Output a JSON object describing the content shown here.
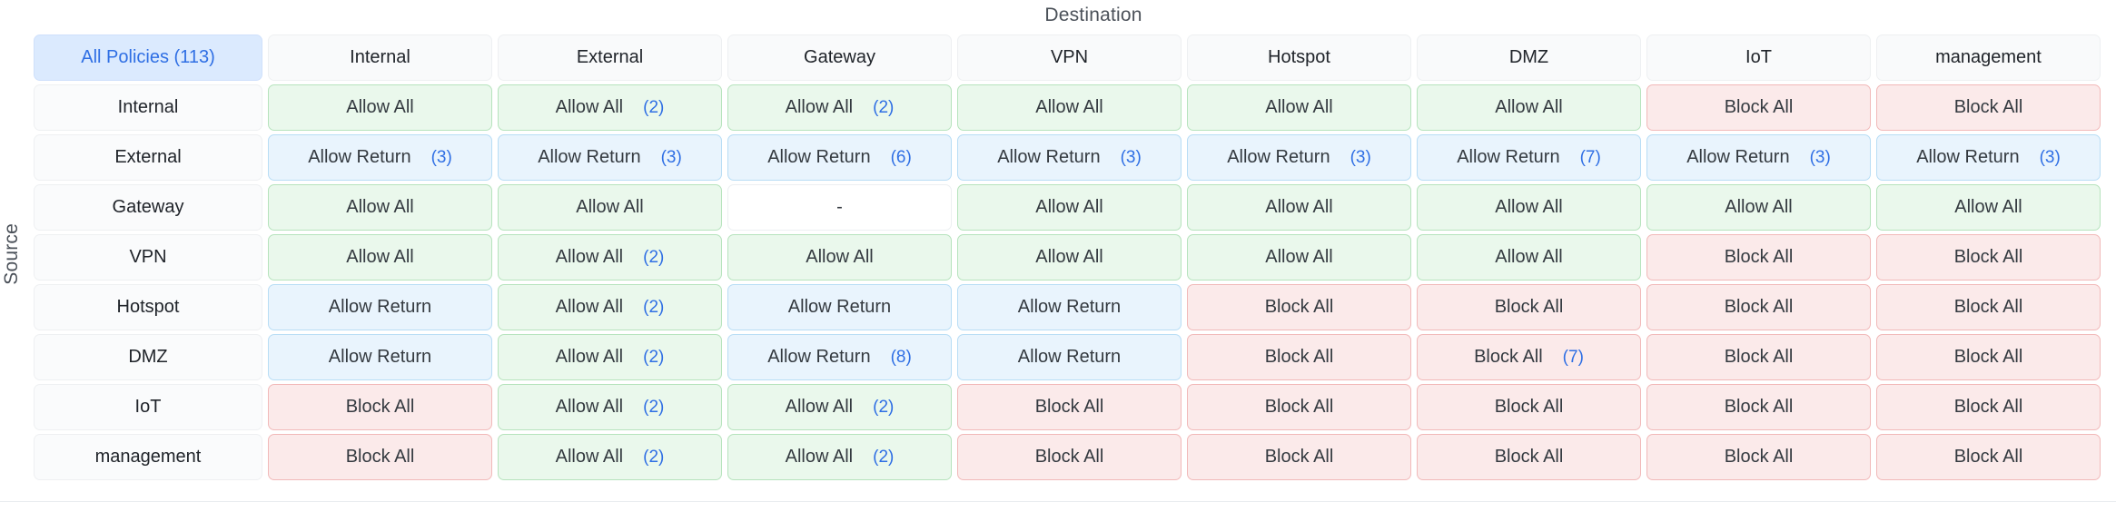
{
  "captions": {
    "destination": "Destination",
    "source": "Source"
  },
  "corner": {
    "label": "All Policies (113)"
  },
  "colors": {
    "allow_bg": "#eaf8ec",
    "allow_border": "#b6e3bd",
    "return_bg": "#e9f4fd",
    "return_border": "#b8ddf5",
    "block_bg": "#fbeaea",
    "block_border": "#f1b9b9",
    "header_bg": "#f9fafb",
    "corner_bg": "#dbeafe",
    "accent_text": "#2f6fe4"
  },
  "destinations": [
    "Internal",
    "External",
    "Gateway",
    "VPN",
    "Hotspot",
    "DMZ",
    "IoT",
    "management"
  ],
  "sources": [
    "Internal",
    "External",
    "Gateway",
    "VPN",
    "Hotspot",
    "DMZ",
    "IoT",
    "management"
  ],
  "empty_label": "-",
  "matrix": [
    {
      "source": "Internal",
      "cells": [
        {
          "label": "Allow All",
          "count": "",
          "state": "allow"
        },
        {
          "label": "Allow All",
          "count": "(2)",
          "state": "allow"
        },
        {
          "label": "Allow All",
          "count": "(2)",
          "state": "allow"
        },
        {
          "label": "Allow All",
          "count": "",
          "state": "allow"
        },
        {
          "label": "Allow All",
          "count": "",
          "state": "allow"
        },
        {
          "label": "Allow All",
          "count": "",
          "state": "allow"
        },
        {
          "label": "Block All",
          "count": "",
          "state": "block"
        },
        {
          "label": "Block All",
          "count": "",
          "state": "block"
        }
      ]
    },
    {
      "source": "External",
      "cells": [
        {
          "label": "Allow Return",
          "count": "(3)",
          "state": "ret"
        },
        {
          "label": "Allow Return",
          "count": "(3)",
          "state": "ret"
        },
        {
          "label": "Allow Return",
          "count": "(6)",
          "state": "ret"
        },
        {
          "label": "Allow Return",
          "count": "(3)",
          "state": "ret"
        },
        {
          "label": "Allow Return",
          "count": "(3)",
          "state": "ret"
        },
        {
          "label": "Allow Return",
          "count": "(7)",
          "state": "ret"
        },
        {
          "label": "Allow Return",
          "count": "(3)",
          "state": "ret"
        },
        {
          "label": "Allow Return",
          "count": "(3)",
          "state": "ret"
        }
      ]
    },
    {
      "source": "Gateway",
      "cells": [
        {
          "label": "Allow All",
          "count": "",
          "state": "allow"
        },
        {
          "label": "Allow All",
          "count": "",
          "state": "allow"
        },
        {
          "label": "-",
          "count": "",
          "state": "none"
        },
        {
          "label": "Allow All",
          "count": "",
          "state": "allow"
        },
        {
          "label": "Allow All",
          "count": "",
          "state": "allow"
        },
        {
          "label": "Allow All",
          "count": "",
          "state": "allow"
        },
        {
          "label": "Allow All",
          "count": "",
          "state": "allow"
        },
        {
          "label": "Allow All",
          "count": "",
          "state": "allow"
        }
      ]
    },
    {
      "source": "VPN",
      "cells": [
        {
          "label": "Allow All",
          "count": "",
          "state": "allow"
        },
        {
          "label": "Allow All",
          "count": "(2)",
          "state": "allow"
        },
        {
          "label": "Allow All",
          "count": "",
          "state": "allow"
        },
        {
          "label": "Allow All",
          "count": "",
          "state": "allow"
        },
        {
          "label": "Allow All",
          "count": "",
          "state": "allow"
        },
        {
          "label": "Allow All",
          "count": "",
          "state": "allow"
        },
        {
          "label": "Block All",
          "count": "",
          "state": "block"
        },
        {
          "label": "Block All",
          "count": "",
          "state": "block"
        }
      ]
    },
    {
      "source": "Hotspot",
      "cells": [
        {
          "label": "Allow Return",
          "count": "",
          "state": "ret"
        },
        {
          "label": "Allow All",
          "count": "(2)",
          "state": "allow"
        },
        {
          "label": "Allow Return",
          "count": "",
          "state": "ret"
        },
        {
          "label": "Allow Return",
          "count": "",
          "state": "ret"
        },
        {
          "label": "Block All",
          "count": "",
          "state": "block"
        },
        {
          "label": "Block All",
          "count": "",
          "state": "block"
        },
        {
          "label": "Block All",
          "count": "",
          "state": "block"
        },
        {
          "label": "Block All",
          "count": "",
          "state": "block"
        }
      ]
    },
    {
      "source": "DMZ",
      "cells": [
        {
          "label": "Allow Return",
          "count": "",
          "state": "ret"
        },
        {
          "label": "Allow All",
          "count": "(2)",
          "state": "allow"
        },
        {
          "label": "Allow Return",
          "count": "(8)",
          "state": "ret"
        },
        {
          "label": "Allow Return",
          "count": "",
          "state": "ret"
        },
        {
          "label": "Block All",
          "count": "",
          "state": "block"
        },
        {
          "label": "Block All",
          "count": "(7)",
          "state": "block"
        },
        {
          "label": "Block All",
          "count": "",
          "state": "block"
        },
        {
          "label": "Block All",
          "count": "",
          "state": "block"
        }
      ]
    },
    {
      "source": "IoT",
      "cells": [
        {
          "label": "Block All",
          "count": "",
          "state": "block"
        },
        {
          "label": "Allow All",
          "count": "(2)",
          "state": "allow"
        },
        {
          "label": "Allow All",
          "count": "(2)",
          "state": "allow"
        },
        {
          "label": "Block All",
          "count": "",
          "state": "block"
        },
        {
          "label": "Block All",
          "count": "",
          "state": "block"
        },
        {
          "label": "Block All",
          "count": "",
          "state": "block"
        },
        {
          "label": "Block All",
          "count": "",
          "state": "block"
        },
        {
          "label": "Block All",
          "count": "",
          "state": "block"
        }
      ]
    },
    {
      "source": "management",
      "cells": [
        {
          "label": "Block All",
          "count": "",
          "state": "block"
        },
        {
          "label": "Allow All",
          "count": "(2)",
          "state": "allow"
        },
        {
          "label": "Allow All",
          "count": "(2)",
          "state": "allow"
        },
        {
          "label": "Block All",
          "count": "",
          "state": "block"
        },
        {
          "label": "Block All",
          "count": "",
          "state": "block"
        },
        {
          "label": "Block All",
          "count": "",
          "state": "block"
        },
        {
          "label": "Block All",
          "count": "",
          "state": "block"
        },
        {
          "label": "Block All",
          "count": "",
          "state": "block"
        }
      ]
    }
  ]
}
